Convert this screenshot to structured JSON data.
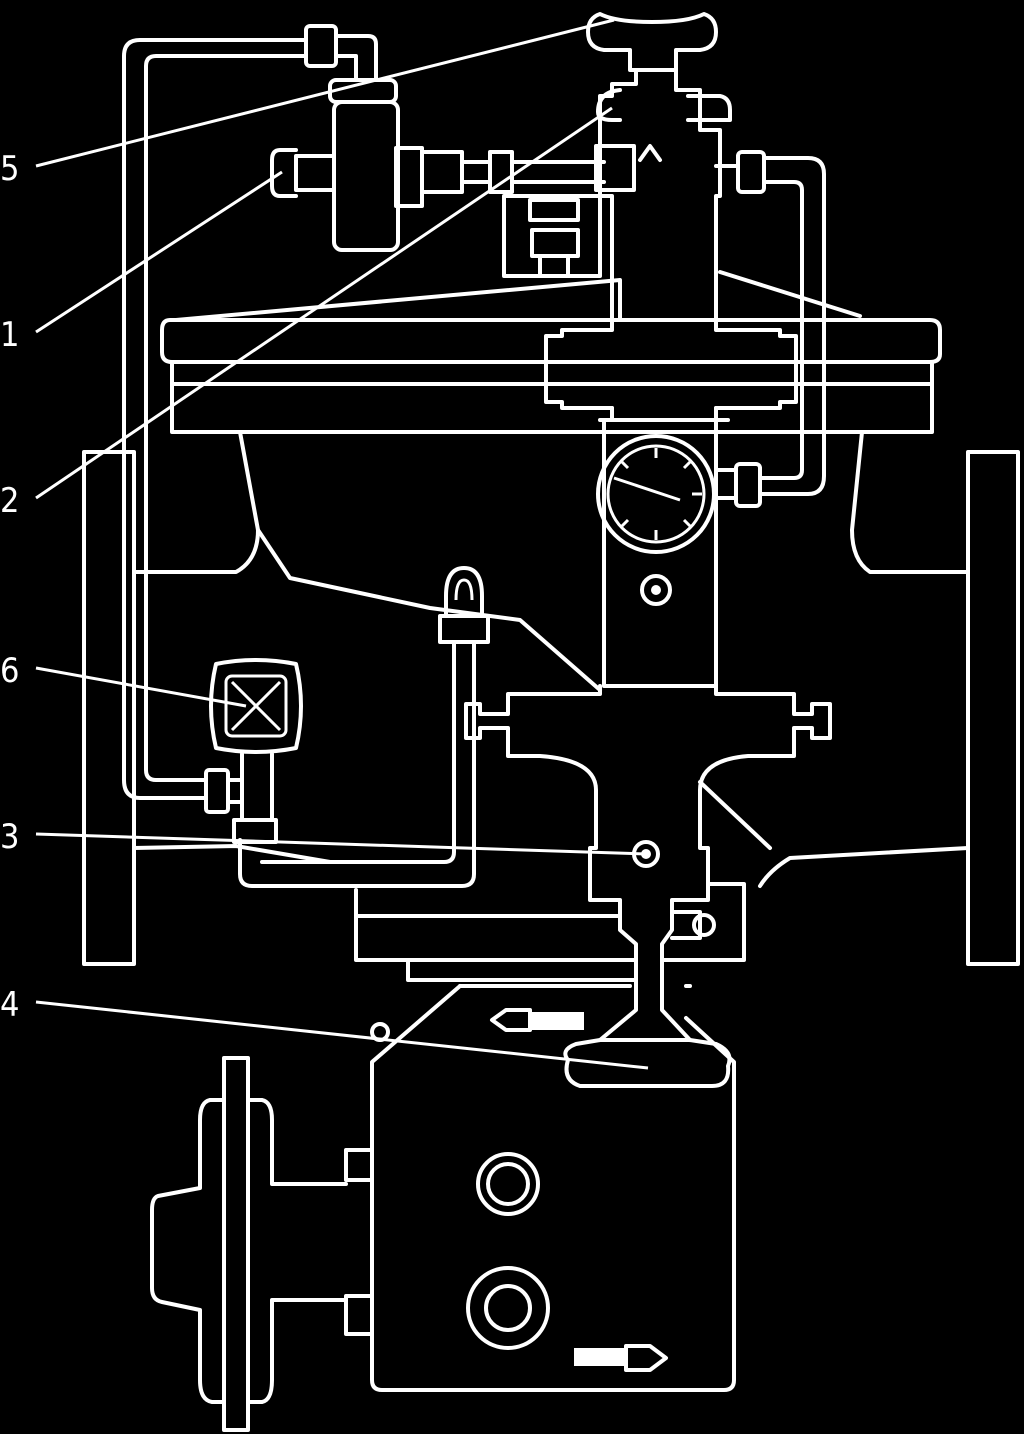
{
  "colors": {
    "background": "#000000",
    "linework": "#ffffff"
  },
  "callouts": [
    {
      "id": "5",
      "label": "5"
    },
    {
      "id": "1",
      "label": "1"
    },
    {
      "id": "2",
      "label": "2"
    },
    {
      "id": "6",
      "label": "6"
    },
    {
      "id": "3",
      "label": "3"
    },
    {
      "id": "4",
      "label": "4"
    }
  ]
}
